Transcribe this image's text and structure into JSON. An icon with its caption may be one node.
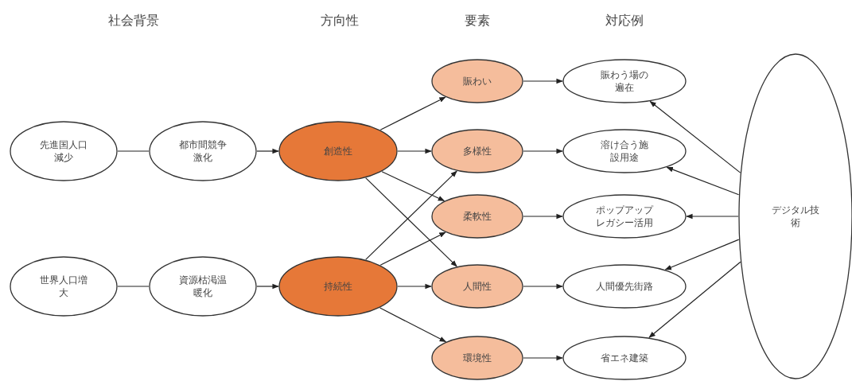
{
  "diagram": {
    "nodes": [
      {
        "text": [
          "先進国人口減少"
        ]
      },
      {
        "text": [
          "都市間競争激化"
        ]
      },
      {
        "text": [
          "創造性"
        ]
      },
      {
        "text": [
          "世界人口増大"
        ]
      },
      {
        "text": [
          "資源枯渇温暖化"
        ]
      },
      {
        "text": [
          "持続性"
        ]
      },
      {
        "text": [
          "賑わい"
        ]
      },
      {
        "text": [
          "多様性"
        ]
      },
      {
        "text": [
          "柔軟性"
        ]
      },
      {
        "text": [
          "人間性"
        ]
      },
      {
        "text": [
          "環境性"
        ]
      },
      {
        "text": [
          "賑わう場の遍在"
        ]
      },
      {
        "text": [
          "溶け合う施設用途"
        ]
      },
      {
        "text": [
          "ポップアップレガシー活用"
        ]
      },
      {
        "text": [
          "人間優先街路"
        ]
      },
      {
        "text": [
          "省エネ建築"
        ]
      },
      {
        "text": [
          "デジタル技術"
        ]
      }
    ],
    "edges": [
      {
        "from": 0,
        "to": 1,
        "arrow": "none"
      },
      {
        "from": 1,
        "to": 2,
        "arrow": "to"
      },
      {
        "from": 3,
        "to": 4,
        "arrow": "none"
      },
      {
        "from": 4,
        "to": 5,
        "arrow": "to"
      },
      {
        "from": 2,
        "to": 6,
        "arrow": "to"
      },
      {
        "from": 2,
        "to": 7,
        "arrow": "to"
      },
      {
        "from": 2,
        "to": 8,
        "arrow": "to"
      },
      {
        "from": 2,
        "to": 9,
        "arrow": "to"
      },
      {
        "from": 5,
        "to": 7,
        "arrow": "to"
      },
      {
        "from": 5,
        "to": 8,
        "arrow": "to"
      },
      {
        "from": 5,
        "to": 9,
        "arrow": "to"
      },
      {
        "from": 5,
        "to": 10,
        "arrow": "to"
      },
      {
        "from": 6,
        "to": 11,
        "arrow": "to"
      },
      {
        "from": 7,
        "to": 12,
        "arrow": "to"
      },
      {
        "from": 8,
        "to": 13,
        "arrow": "to"
      },
      {
        "from": 9,
        "to": 14,
        "arrow": "to"
      },
      {
        "from": 10,
        "to": 15,
        "arrow": "to"
      },
      {
        "from": 16,
        "to": 11,
        "arrow": "to"
      },
      {
        "from": 16,
        "to": 12,
        "arrow": "to"
      },
      {
        "from": 16,
        "to": 13,
        "arrow": "to"
      },
      {
        "from": 16,
        "to": 14,
        "arrow": "to"
      },
      {
        "from": 16,
        "to": 15,
        "arrow": "to"
      }
    ],
    "labels": [
      "社会背景",
      "方向性",
      "要素",
      "対応例"
    ]
  }
}
